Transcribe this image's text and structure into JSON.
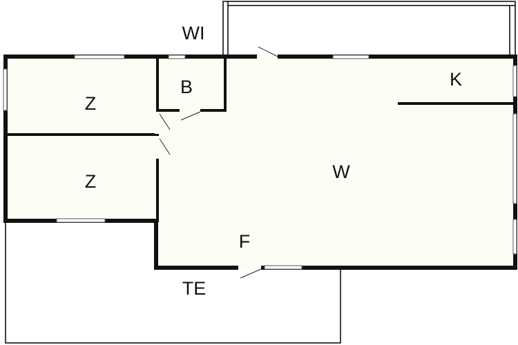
{
  "rooms": {
    "wi": "WI",
    "z_top": "Z",
    "b": "B",
    "k": "K",
    "z_bottom": "Z",
    "w": "W",
    "f": "F",
    "te": "TE"
  }
}
